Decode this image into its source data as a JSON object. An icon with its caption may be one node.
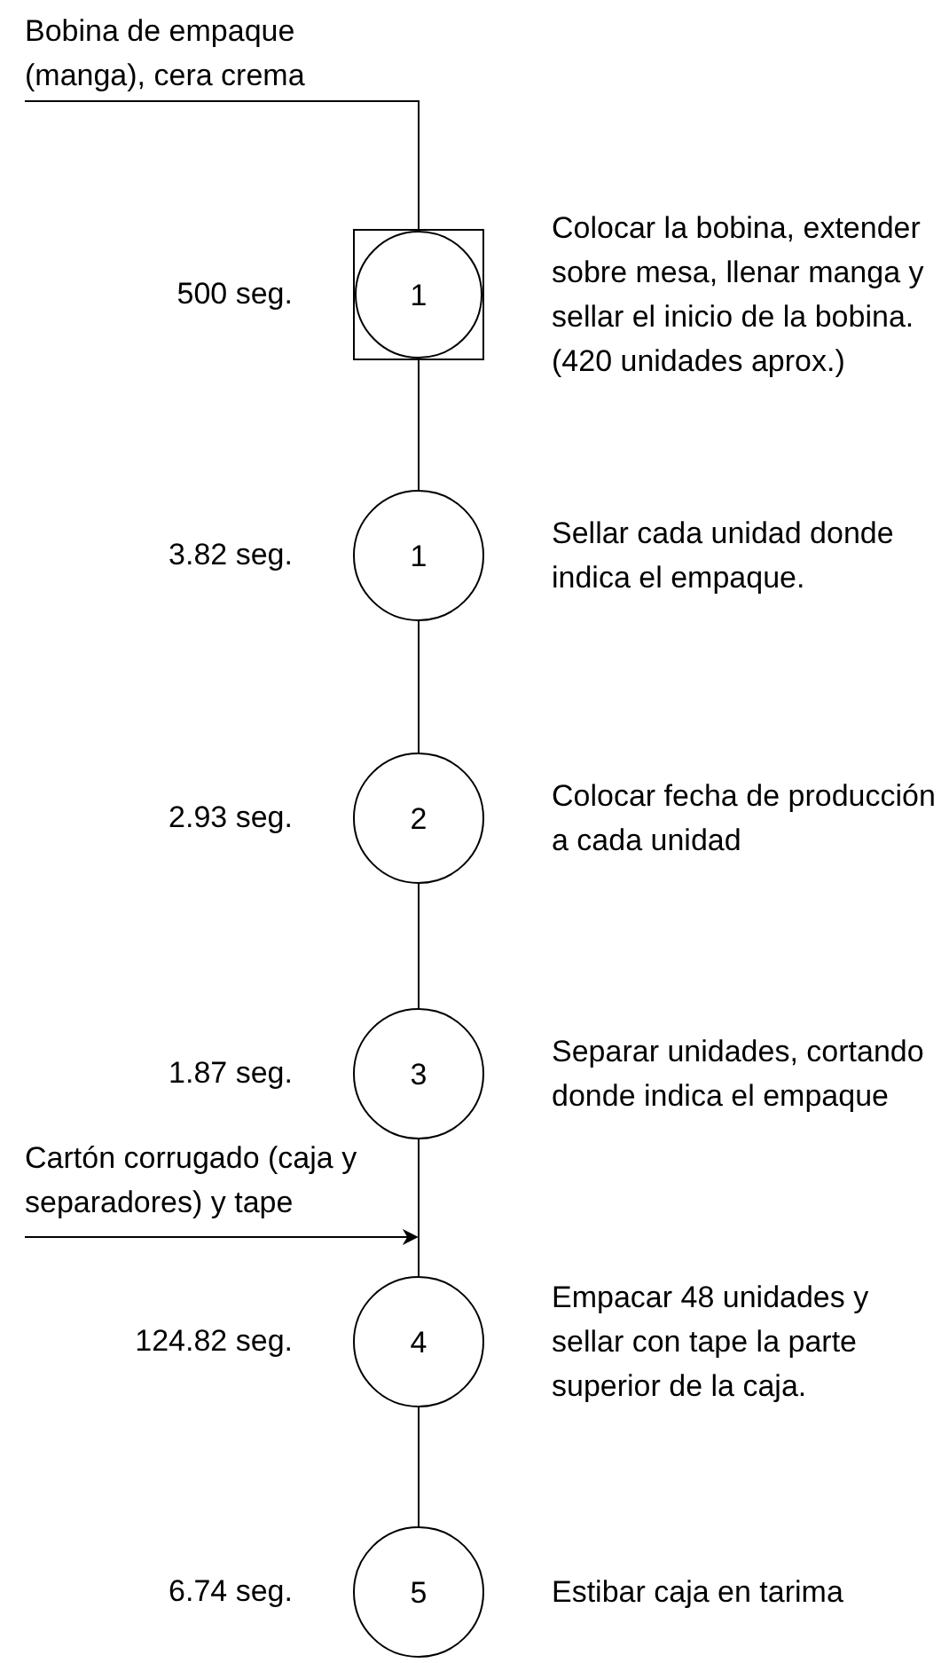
{
  "diagram": {
    "nodes": [
      {
        "text": [
          "Bobina de empaque (manga), cera crema"
        ]
      },
      {
        "text": [
          "1"
        ],
        "beside": [
          "500 seg.",
          "Colocar la bobina, extender sobre mesa, llenar manga y sellar el inicio de la bobina. (420 unidades aprox.)"
        ]
      },
      {
        "text": [
          "1"
        ],
        "beside": [
          "3.82 seg.",
          "Sellar cada unidad donde indica el empaque."
        ]
      },
      {
        "text": [
          "2"
        ],
        "beside": [
          "2.93 seg.",
          "Colocar fecha de producción a cada unidad"
        ]
      },
      {
        "text": [
          "3"
        ],
        "beside": [
          "1.87 seg.",
          "Separar unidades, cortando donde indica el empaque"
        ]
      },
      {
        "text": [
          "Cartón corrugado (caja y separadores) y tape"
        ]
      },
      {
        "text": [
          "4"
        ],
        "beside": [
          "124.82 seg.",
          "Empacar 48 unidades y sellar con tape la parte superior de la caja."
        ]
      },
      {
        "text": [
          "5"
        ],
        "beside": [
          "6.74 seg.",
          "Estibar caja en tarima"
        ]
      }
    ],
    "edges": [
      {
        "from": 0,
        "to": 1,
        "arrow": "none"
      },
      {
        "from": 1,
        "to": 2,
        "arrow": "none"
      },
      {
        "from": 2,
        "to": 3,
        "arrow": "none"
      },
      {
        "from": 3,
        "to": 4,
        "arrow": "none"
      },
      {
        "from": 4,
        "to": 6,
        "arrow": "none"
      },
      {
        "from": 5,
        "to": 6,
        "arrow": "to"
      },
      {
        "from": 6,
        "to": 7,
        "arrow": "none"
      }
    ]
  }
}
